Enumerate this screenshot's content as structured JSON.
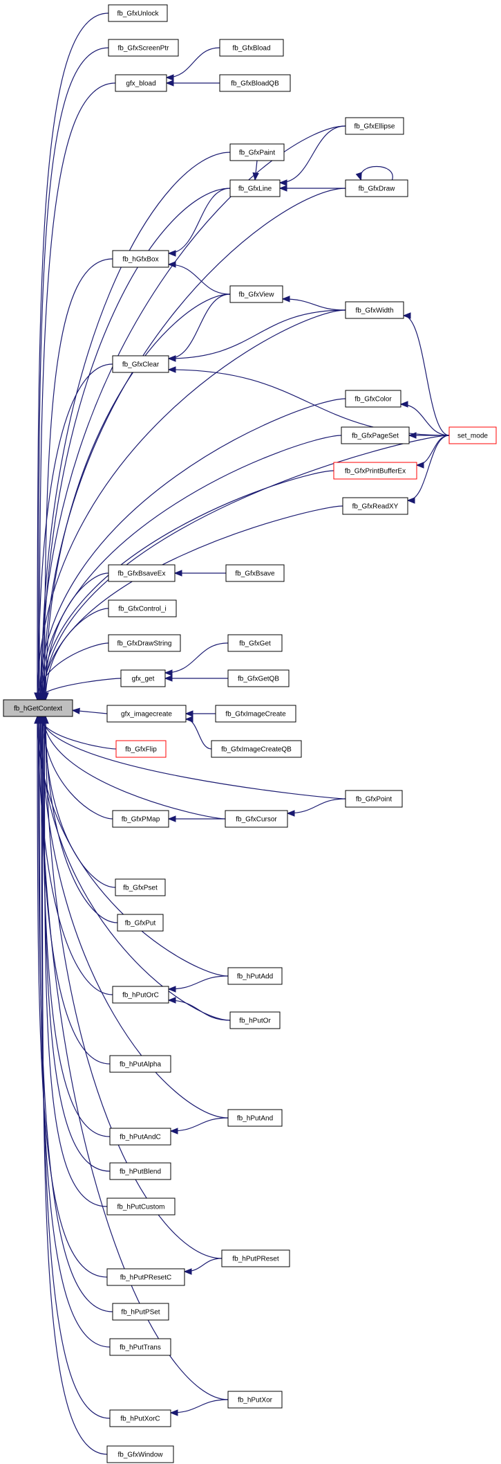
{
  "colors": {
    "edge": "#191970",
    "highlight_border": "#ff0000",
    "root_fill": "#bfbfbf"
  },
  "nodes": [
    {
      "id": "root",
      "label": "fb_hGetContext",
      "style": "root",
      "interactable": true
    },
    {
      "id": "unlock",
      "label": "fb_GfxUnlock"
    },
    {
      "id": "screenptr",
      "label": "fb_GfxScreenPtr"
    },
    {
      "id": "gfxbload",
      "label": "gfx_bload"
    },
    {
      "id": "bload",
      "label": "fb_GfxBload"
    },
    {
      "id": "bloadqb",
      "label": "fb_GfxBloadQB"
    },
    {
      "id": "ellipse",
      "label": "fb_GfxEllipse"
    },
    {
      "id": "paint",
      "label": "fb_GfxPaint"
    },
    {
      "id": "line",
      "label": "fb_GfxLine"
    },
    {
      "id": "draw",
      "label": "fb_GfxDraw"
    },
    {
      "id": "hgfxbox",
      "label": "fb_hGfxBox"
    },
    {
      "id": "view",
      "label": "fb_GfxView"
    },
    {
      "id": "width",
      "label": "fb_GfxWidth"
    },
    {
      "id": "clear",
      "label": "fb_GfxClear"
    },
    {
      "id": "color",
      "label": "fb_GfxColor"
    },
    {
      "id": "pageset",
      "label": "fb_GfxPageSet"
    },
    {
      "id": "setmode",
      "label": "set_mode",
      "style": "red"
    },
    {
      "id": "printbuf",
      "label": "fb_GfxPrintBufferEx",
      "style": "red"
    },
    {
      "id": "readxy",
      "label": "fb_GfxReadXY"
    },
    {
      "id": "bsaveex",
      "label": "fb_GfxBsaveEx"
    },
    {
      "id": "bsave",
      "label": "fb_GfxBsave"
    },
    {
      "id": "controli",
      "label": "fb_GfxControl_i"
    },
    {
      "id": "drawstring",
      "label": "fb_GfxDrawString"
    },
    {
      "id": "gfxget",
      "label": "gfx_get"
    },
    {
      "id": "get",
      "label": "fb_GfxGet"
    },
    {
      "id": "getqb",
      "label": "fb_GfxGetQB"
    },
    {
      "id": "imgcreate",
      "label": "gfx_imagecreate"
    },
    {
      "id": "imagecreate",
      "label": "fb_GfxImageCreate"
    },
    {
      "id": "imagecreateqb",
      "label": "fb_GfxImageCreateQB"
    },
    {
      "id": "flip",
      "label": "fb_GfxFlip",
      "style": "red"
    },
    {
      "id": "point",
      "label": "fb_GfxPoint"
    },
    {
      "id": "pmap",
      "label": "fb_GfxPMap"
    },
    {
      "id": "cursor",
      "label": "fb_GfxCursor"
    },
    {
      "id": "pset",
      "label": "fb_GfxPset"
    },
    {
      "id": "put",
      "label": "fb_GfxPut"
    },
    {
      "id": "putadd",
      "label": "fb_hPutAdd"
    },
    {
      "id": "putorc",
      "label": "fb_hPutOrC"
    },
    {
      "id": "putor",
      "label": "fb_hPutOr"
    },
    {
      "id": "putalpha",
      "label": "fb_hPutAlpha"
    },
    {
      "id": "putand",
      "label": "fb_hPutAnd"
    },
    {
      "id": "putandc",
      "label": "fb_hPutAndC"
    },
    {
      "id": "putblend",
      "label": "fb_hPutBlend"
    },
    {
      "id": "putcustom",
      "label": "fb_hPutCustom"
    },
    {
      "id": "putpreset",
      "label": "fb_hPutPReset"
    },
    {
      "id": "putpresetc",
      "label": "fb_hPutPResetC"
    },
    {
      "id": "putpset",
      "label": "fb_hPutPSet"
    },
    {
      "id": "puttrans",
      "label": "fb_hPutTrans"
    },
    {
      "id": "putxor",
      "label": "fb_hPutXor"
    },
    {
      "id": "putxorc",
      "label": "fb_hPutXorC"
    },
    {
      "id": "window",
      "label": "fb_GfxWindow"
    }
  ],
  "edges": [
    [
      "unlock",
      "root"
    ],
    [
      "screenptr",
      "root"
    ],
    [
      "gfxbload",
      "root"
    ],
    [
      "ellipse",
      "root"
    ],
    [
      "paint",
      "root"
    ],
    [
      "line",
      "root"
    ],
    [
      "draw",
      "root"
    ],
    [
      "hgfxbox",
      "root"
    ],
    [
      "view",
      "root"
    ],
    [
      "width",
      "root"
    ],
    [
      "clear",
      "root"
    ],
    [
      "color",
      "root"
    ],
    [
      "pageset",
      "root"
    ],
    [
      "printbuf",
      "root"
    ],
    [
      "readxy",
      "root"
    ],
    [
      "setmode",
      "root"
    ],
    [
      "bsaveex",
      "root"
    ],
    [
      "controli",
      "root"
    ],
    [
      "drawstring",
      "root"
    ],
    [
      "gfxget",
      "root"
    ],
    [
      "imgcreate",
      "root"
    ],
    [
      "flip",
      "root"
    ],
    [
      "point",
      "root"
    ],
    [
      "pmap",
      "root"
    ],
    [
      "cursor",
      "root"
    ],
    [
      "pset",
      "root"
    ],
    [
      "put",
      "root"
    ],
    [
      "putadd",
      "root"
    ],
    [
      "putorc",
      "root"
    ],
    [
      "putor",
      "root"
    ],
    [
      "putalpha",
      "root"
    ],
    [
      "putand",
      "root"
    ],
    [
      "putandc",
      "root"
    ],
    [
      "putblend",
      "root"
    ],
    [
      "putcustom",
      "root"
    ],
    [
      "putpreset",
      "root"
    ],
    [
      "putpresetc",
      "root"
    ],
    [
      "putpset",
      "root"
    ],
    [
      "puttrans",
      "root"
    ],
    [
      "putxor",
      "root"
    ],
    [
      "putxorc",
      "root"
    ],
    [
      "window",
      "root"
    ],
    [
      "bload",
      "gfxbload"
    ],
    [
      "bloadqb",
      "gfxbload"
    ],
    [
      "paint",
      "line"
    ],
    [
      "draw",
      "line"
    ],
    [
      "ellipse",
      "line"
    ],
    [
      "draw",
      "draw"
    ],
    [
      "line",
      "hgfxbox"
    ],
    [
      "view",
      "hgfxbox"
    ],
    [
      "view",
      "clear"
    ],
    [
      "width",
      "clear"
    ],
    [
      "setmode",
      "clear"
    ],
    [
      "width",
      "view"
    ],
    [
      "setmode",
      "width"
    ],
    [
      "setmode",
      "color"
    ],
    [
      "setmode",
      "pageset"
    ],
    [
      "setmode",
      "printbuf"
    ],
    [
      "setmode",
      "readxy"
    ],
    [
      "bsave",
      "bsaveex"
    ],
    [
      "get",
      "gfxget"
    ],
    [
      "getqb",
      "gfxget"
    ],
    [
      "imagecreate",
      "imgcreate"
    ],
    [
      "imagecreateqb",
      "imgcreate"
    ],
    [
      "cursor",
      "pmap"
    ],
    [
      "point",
      "cursor"
    ],
    [
      "putadd",
      "putorc"
    ],
    [
      "putor",
      "putorc"
    ],
    [
      "putand",
      "putandc"
    ],
    [
      "putpreset",
      "putpresetc"
    ],
    [
      "putxor",
      "putxorc"
    ]
  ]
}
